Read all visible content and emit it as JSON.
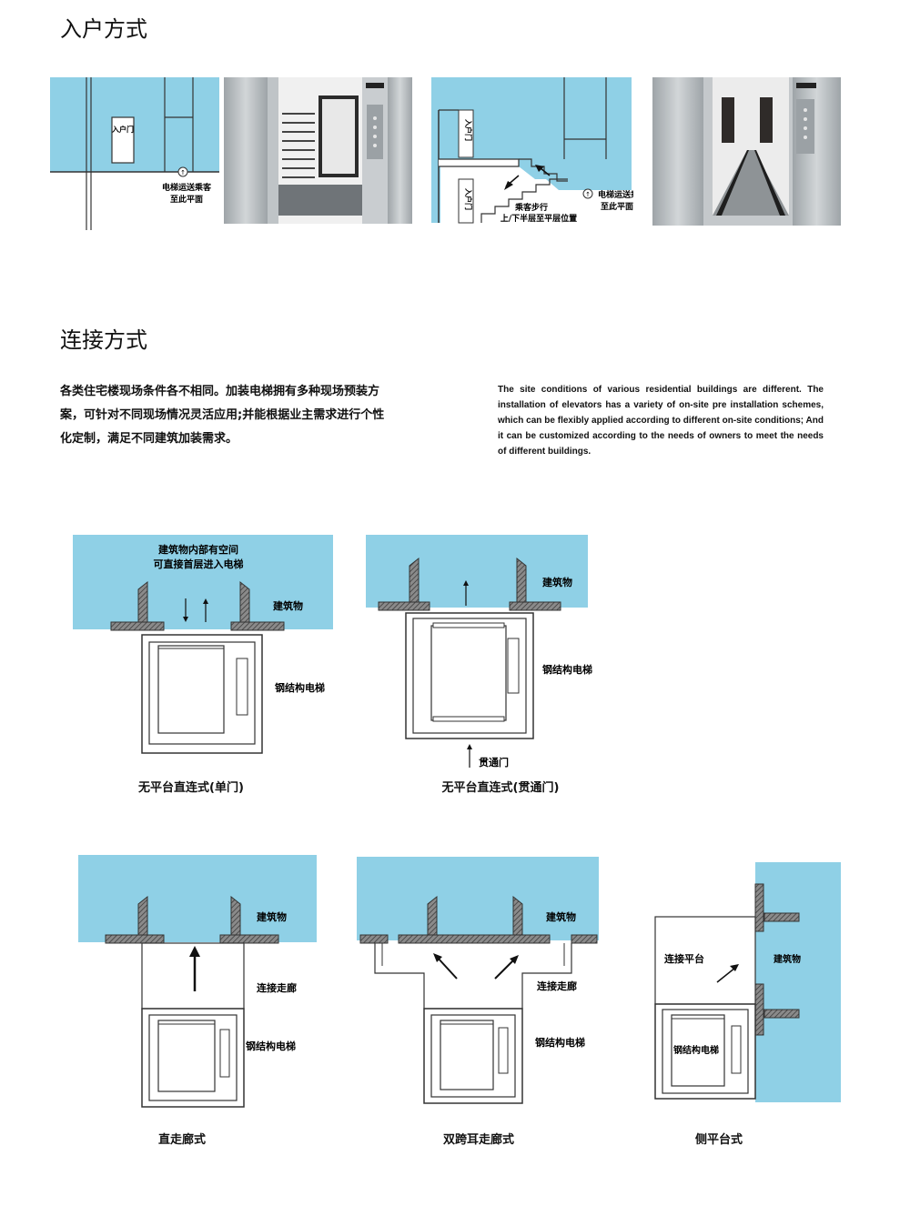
{
  "section1": {
    "title": "入户方式",
    "diagram1": {
      "door_label": "入户门",
      "note_line1": "电梯运送乘客",
      "note_line2": "至此平面"
    },
    "diagram2": {
      "door_label_top": "入户门",
      "door_label_bottom": "入户门",
      "note_line1": "电梯运送乘客",
      "note_line2": "至此平面",
      "walk_line1": "乘客步行",
      "walk_line2": "上/下半层至平层位置"
    }
  },
  "section2": {
    "title": "连接方式",
    "intro_cn": "各类住宅楼现场条件各不相同。加装电梯拥有多种现场预装方案，可针对不同现场情况灵活应用;并能根据业主需求进行个性化定制，满足不同建筑加装需求。",
    "intro_en": "The site conditions of various residential buildings are different. The installation of elevators has a variety of on-site pre installation schemes, which can be flexibly applied according to different on-site conditions; And it can be customized according to the needs of owners to meet the needs of different buildings."
  },
  "diagrams": [
    {
      "caption": "无平台直连式(单门)",
      "space_line1": "建筑物内部有空间",
      "space_line2": "可直接首层进入电梯",
      "building": "建筑物",
      "elevator": "钢结构电梯"
    },
    {
      "caption": "无平台直连式(贯通门)",
      "building": "建筑物",
      "elevator": "钢结构电梯",
      "through_door": "贯通门"
    },
    {
      "caption": "直走廊式",
      "building": "建筑物",
      "corridor": "连接走廊",
      "elevator": "钢结构电梯"
    },
    {
      "caption": "双跨耳走廊式",
      "building": "建筑物",
      "corridor": "连接走廊",
      "elevator": "钢结构电梯"
    },
    {
      "caption": "侧平台式",
      "building": "建筑物",
      "platform": "连接平台",
      "elevator": "钢结构电梯"
    }
  ],
  "colors": {
    "sky": "#8fd0e6",
    "wall": "#7f7f7f",
    "line": "#333333"
  }
}
